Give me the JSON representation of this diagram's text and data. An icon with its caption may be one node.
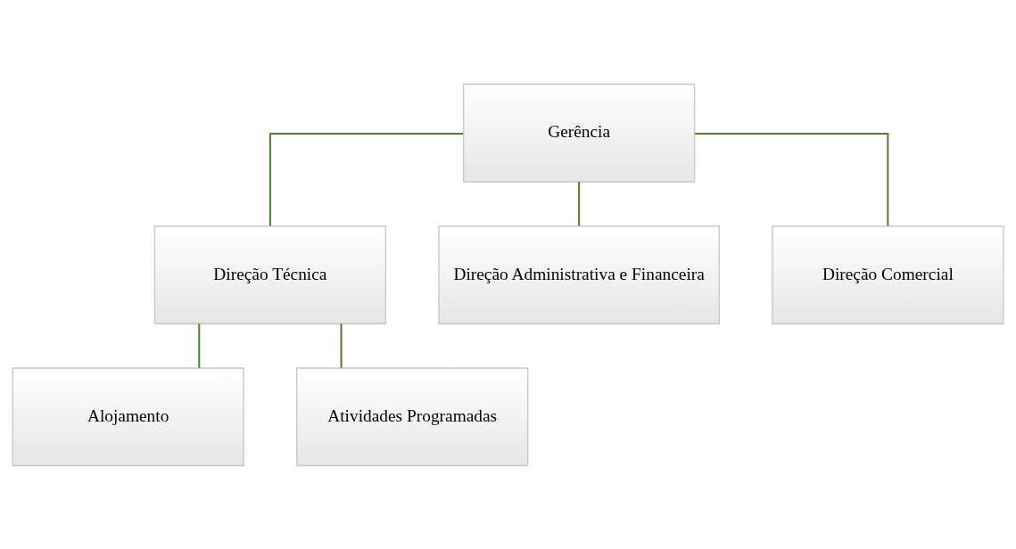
{
  "diagram": {
    "nodes": [
      {
        "text": [
          "Gerência"
        ]
      },
      {
        "text": [
          "Direção Técnica"
        ]
      },
      {
        "text": [
          "Direção Administrativa e Financeira"
        ]
      },
      {
        "text": [
          "Direção Comercial"
        ]
      },
      {
        "text": [
          "Alojamento"
        ]
      },
      {
        "text": [
          "Atividades Programadas"
        ]
      }
    ],
    "edges": [
      {
        "from": 0,
        "to": 1,
        "arrow": "none"
      },
      {
        "from": 0,
        "to": 2,
        "arrow": "none"
      },
      {
        "from": 0,
        "to": 3,
        "arrow": "none"
      },
      {
        "from": 1,
        "to": 4,
        "arrow": "none"
      },
      {
        "from": 1,
        "to": 5,
        "arrow": "none"
      }
    ]
  }
}
